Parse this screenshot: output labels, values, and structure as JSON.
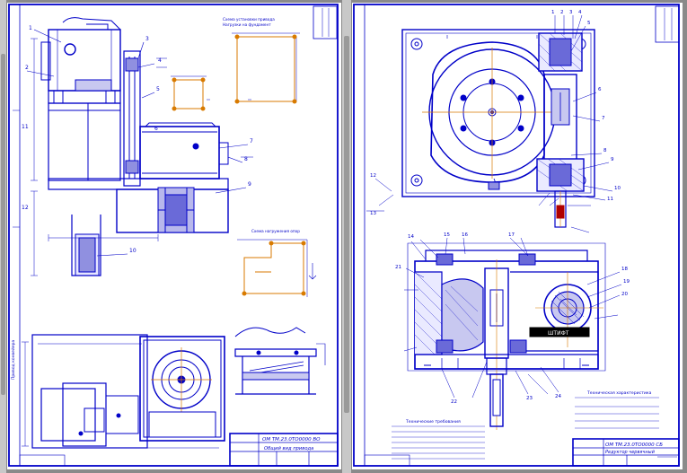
{
  "colors": {
    "line": "#0000c8",
    "hatch": "#1a1acc",
    "accent": "#d87a00",
    "viewport": "#8a8a8a",
    "paper": "#ffffff"
  },
  "sheet_left": {
    "label": "Привод конвейера",
    "title_block": {
      "designation": "ОМ ТМ.23.0ТО0000 ВО",
      "name": "Общий вид привода"
    },
    "notes": [
      "Схема установки привода",
      "Нагрузки на фундамент",
      "Схема нагружения опор"
    ],
    "callouts": [
      "1",
      "2",
      "3",
      "4",
      "5",
      "6",
      "7",
      "8",
      "9",
      "10",
      "11",
      "12"
    ]
  },
  "sheet_right": {
    "title_block": {
      "designation": "ОМ ТМ.23.0ТО0000 СБ",
      "name": "Редуктор червячный"
    },
    "tech_req_title": "Технические требования",
    "tech_char_title": "Техническая характеристика",
    "label_box": "ШТИФТ",
    "callouts": [
      "1",
      "2",
      "3",
      "4",
      "5",
      "6",
      "7",
      "8",
      "9",
      "10",
      "11",
      "12",
      "13",
      "14",
      "15",
      "16",
      "17",
      "18",
      "19",
      "20",
      "21",
      "22",
      "23",
      "24"
    ]
  }
}
